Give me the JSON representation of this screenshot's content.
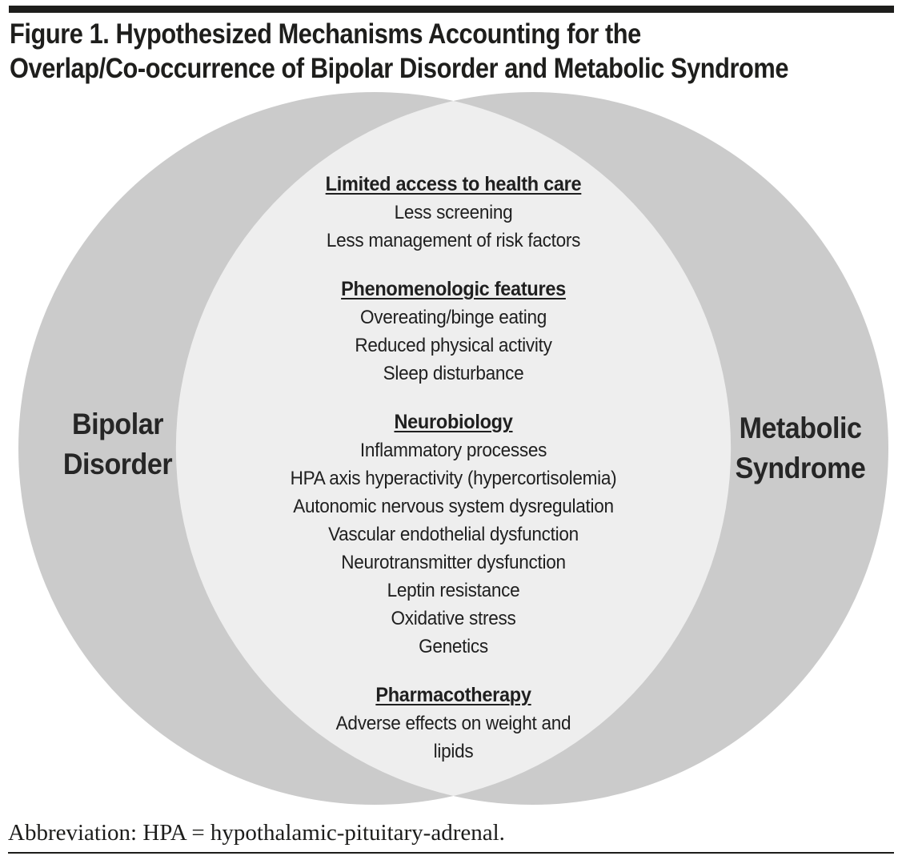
{
  "header": {
    "title_lines": [
      "Figure 1. Hypothesized Mechanisms Accounting for the",
      "Overlap/Co-occurrence of Bipolar Disorder and Metabolic Syndrome"
    ]
  },
  "venn": {
    "left_circle_label_lines": [
      "Bipolar",
      "Disorder"
    ],
    "right_circle_label_lines": [
      "Metabolic",
      "Syndrome"
    ],
    "colors": {
      "circle_fill": "#cbcbcb",
      "overlap_fill": "#eeeeee",
      "background": "#ffffff",
      "text": "#1f1f1f",
      "rule": "#1d1d1b"
    },
    "sections": [
      {
        "heading": "Limited access to health care",
        "items": [
          "Less screening",
          "Less management of risk factors"
        ]
      },
      {
        "heading": "Phenomenologic features",
        "items": [
          "Overeating/binge eating",
          "Reduced physical activity",
          "Sleep disturbance"
        ]
      },
      {
        "heading": "Neurobiology",
        "items": [
          "Inflammatory processes",
          "HPA axis hyperactivity (hypercortisolemia)",
          "Autonomic nervous system dysregulation",
          "Vascular endothelial dysfunction",
          "Neurotransmitter dysfunction",
          "Leptin resistance",
          "Oxidative stress",
          "Genetics"
        ]
      },
      {
        "heading": "Pharmacotherapy",
        "items": [
          "Adverse effects on weight and lipids"
        ]
      }
    ]
  },
  "footnote": {
    "text": "Abbreviation: HPA = hypothalamic-pituitary-adrenal."
  }
}
